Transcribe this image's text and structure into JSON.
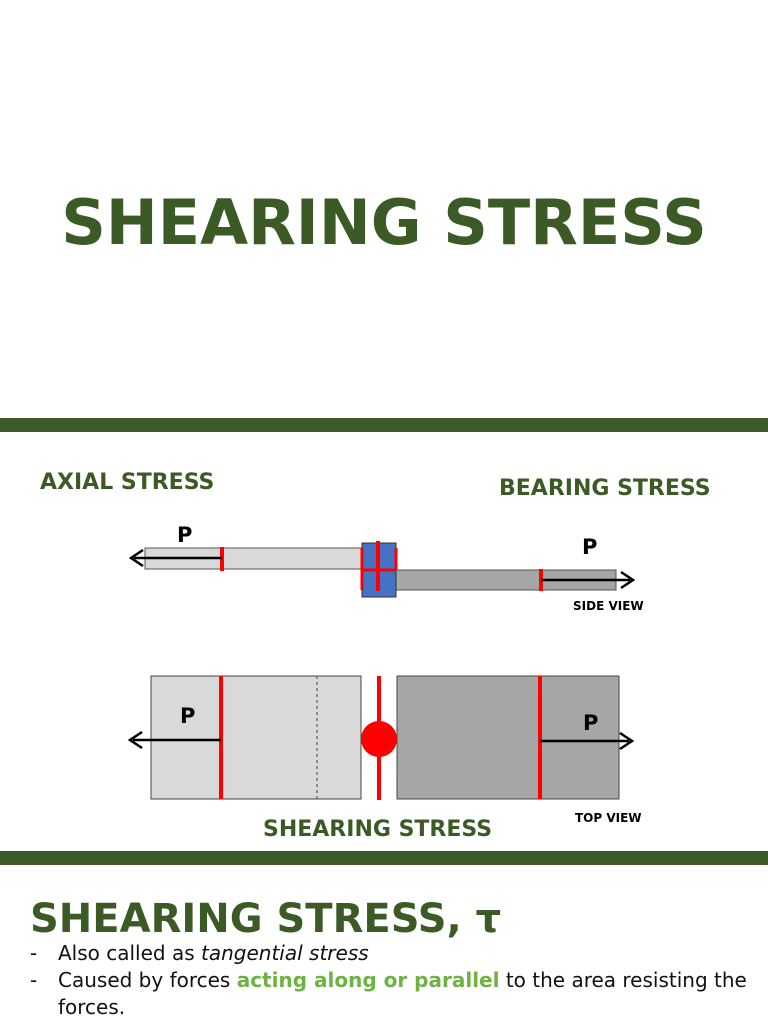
{
  "title": "SHEARING STRESS",
  "diagram": {
    "axial_label": "AXIAL STRESS",
    "bearing_label": "BEARING STRESS",
    "shearing_label": "SHEARING STRESS",
    "side_view_label": "SIDE VIEW",
    "top_view_label": "TOP VIEW",
    "force_label": "P"
  },
  "section": {
    "heading": "SHEARING STRESS, τ",
    "bullets": [
      {
        "dash": "-",
        "pre": "Also called as ",
        "italic": "tangential stress"
      },
      {
        "dash": "-",
        "pre": "Caused by forces ",
        "highlight": "acting along or parallel",
        "post": " to the area resisting the forces."
      }
    ]
  },
  "colors": {
    "title_green": "#3b5a25",
    "band_green": "#3d5a28",
    "highlight_green": "#6fb244",
    "cut_red": "#ff0000",
    "pin_blue": "#4472c4"
  }
}
